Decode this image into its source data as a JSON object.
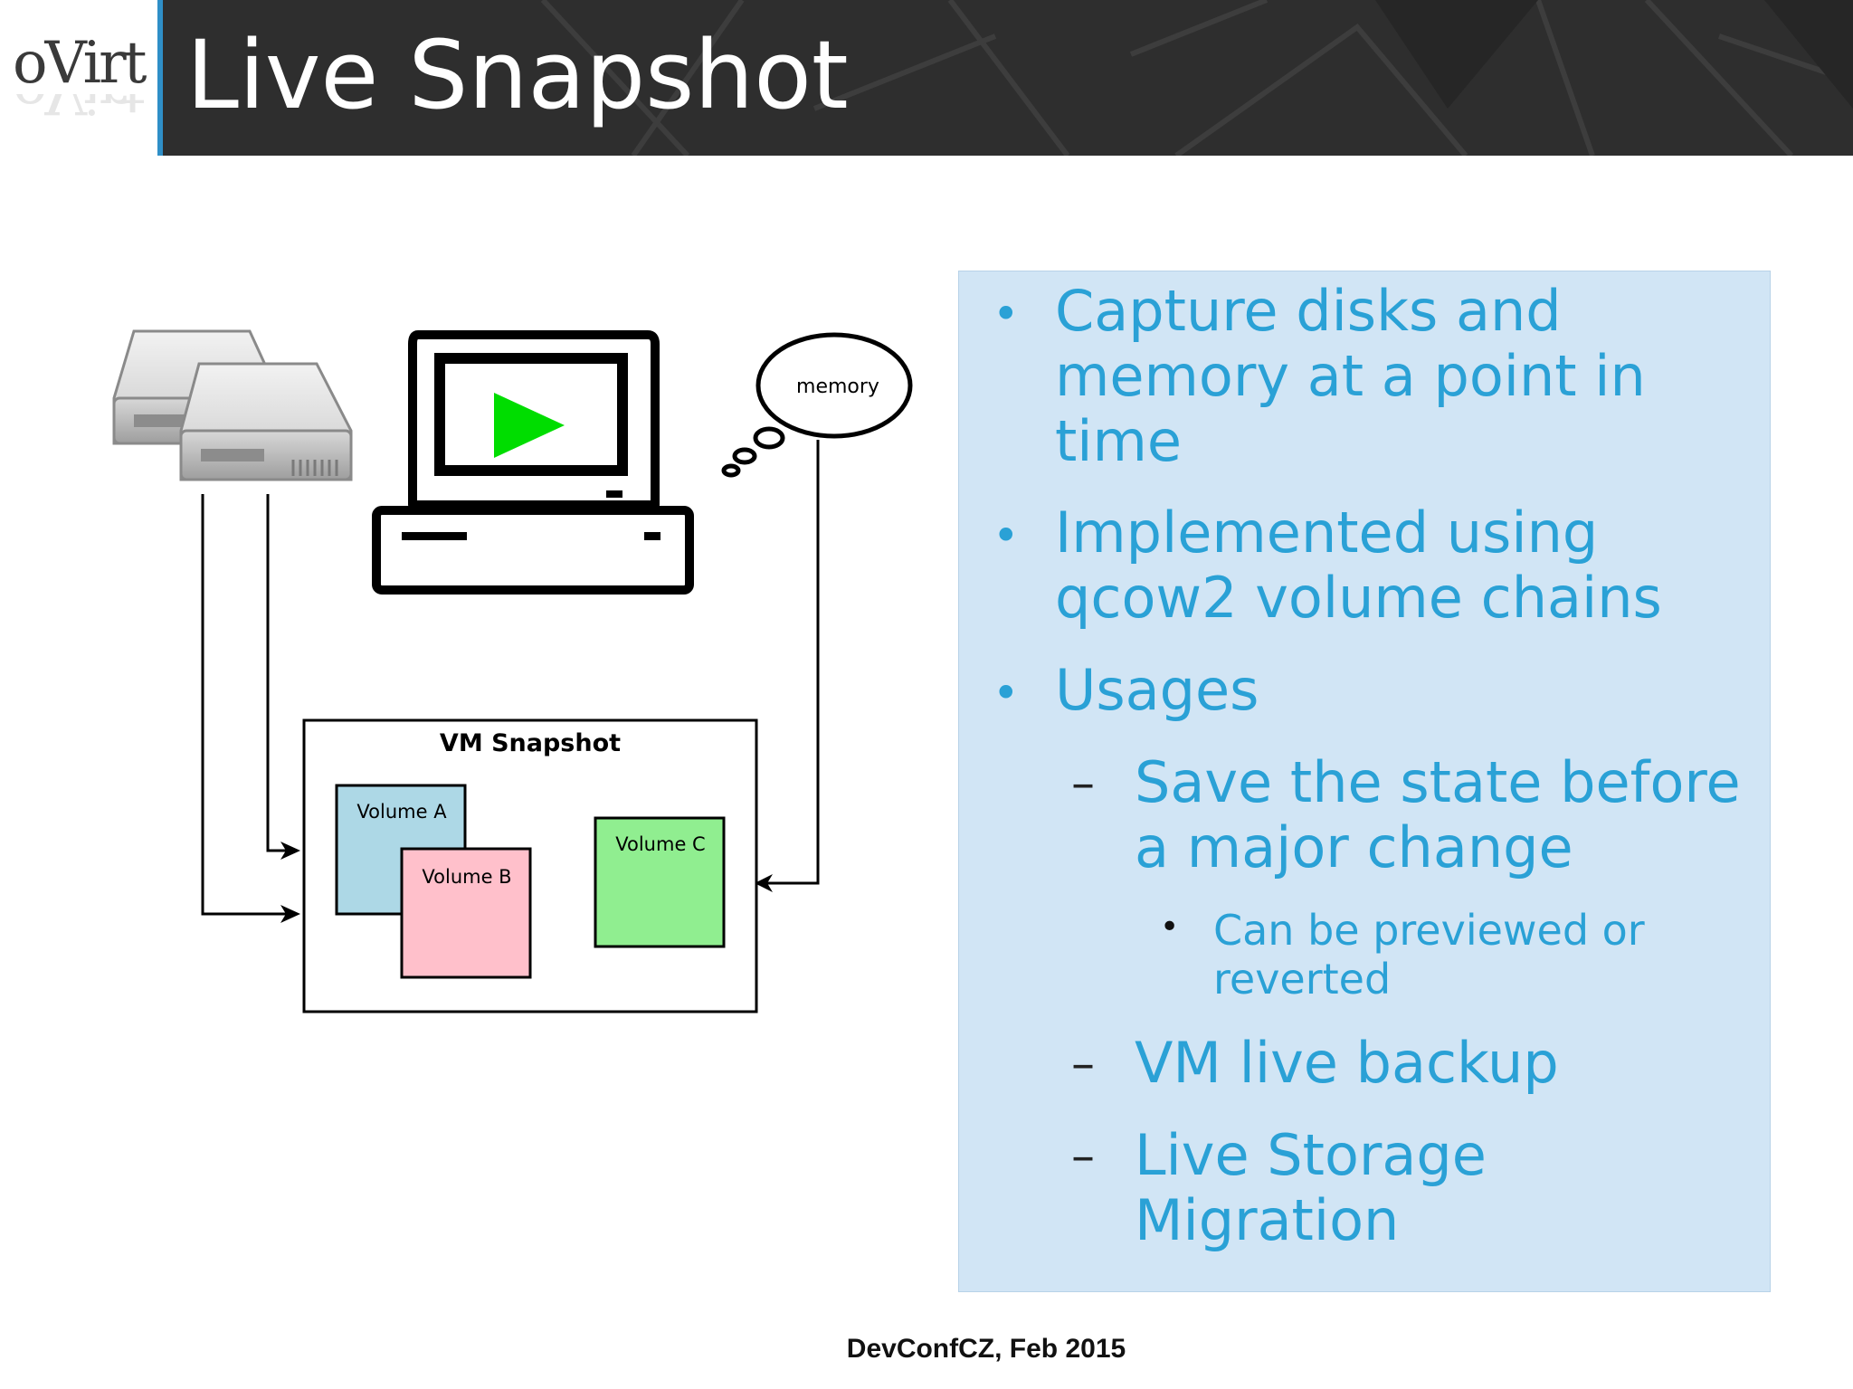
{
  "header": {
    "logo_text": "oVirt",
    "title": "Live Snapshot"
  },
  "diagram": {
    "thought_bubble_label": "memory",
    "snapshot_box_title": "VM Snapshot",
    "volumes": [
      {
        "label": "Volume A",
        "color": "#add8e6"
      },
      {
        "label": "Volume B",
        "color": "#ffc0cb"
      },
      {
        "label": "Volume C",
        "color": "#90ee90"
      }
    ],
    "play_icon_color": "#00dd00",
    "icons": [
      "hard-disk-icon",
      "computer-icon",
      "play-icon",
      "thought-bubble-icon"
    ]
  },
  "bullets": {
    "item1": {
      "line1": "Capture disks and",
      "line2": "memory at a point in",
      "line3": "time"
    },
    "item2": {
      "line1": "Implemented using",
      "line2": "qcow2 volume chains"
    },
    "item3": {
      "line1": "Usages"
    },
    "sub1": {
      "line1": "Save the state before",
      "line2": "a major change"
    },
    "subsub1": {
      "line1": "Can be previewed or",
      "line2": "reverted"
    },
    "sub2": {
      "line1": "VM live backup"
    },
    "sub3": {
      "line1": "Live Storage",
      "line2": "Migration"
    },
    "text_color": "#2aa1d6",
    "panel_color": "#d1e5f5"
  },
  "footer": {
    "text": "DevConfCZ, Feb 2015"
  }
}
